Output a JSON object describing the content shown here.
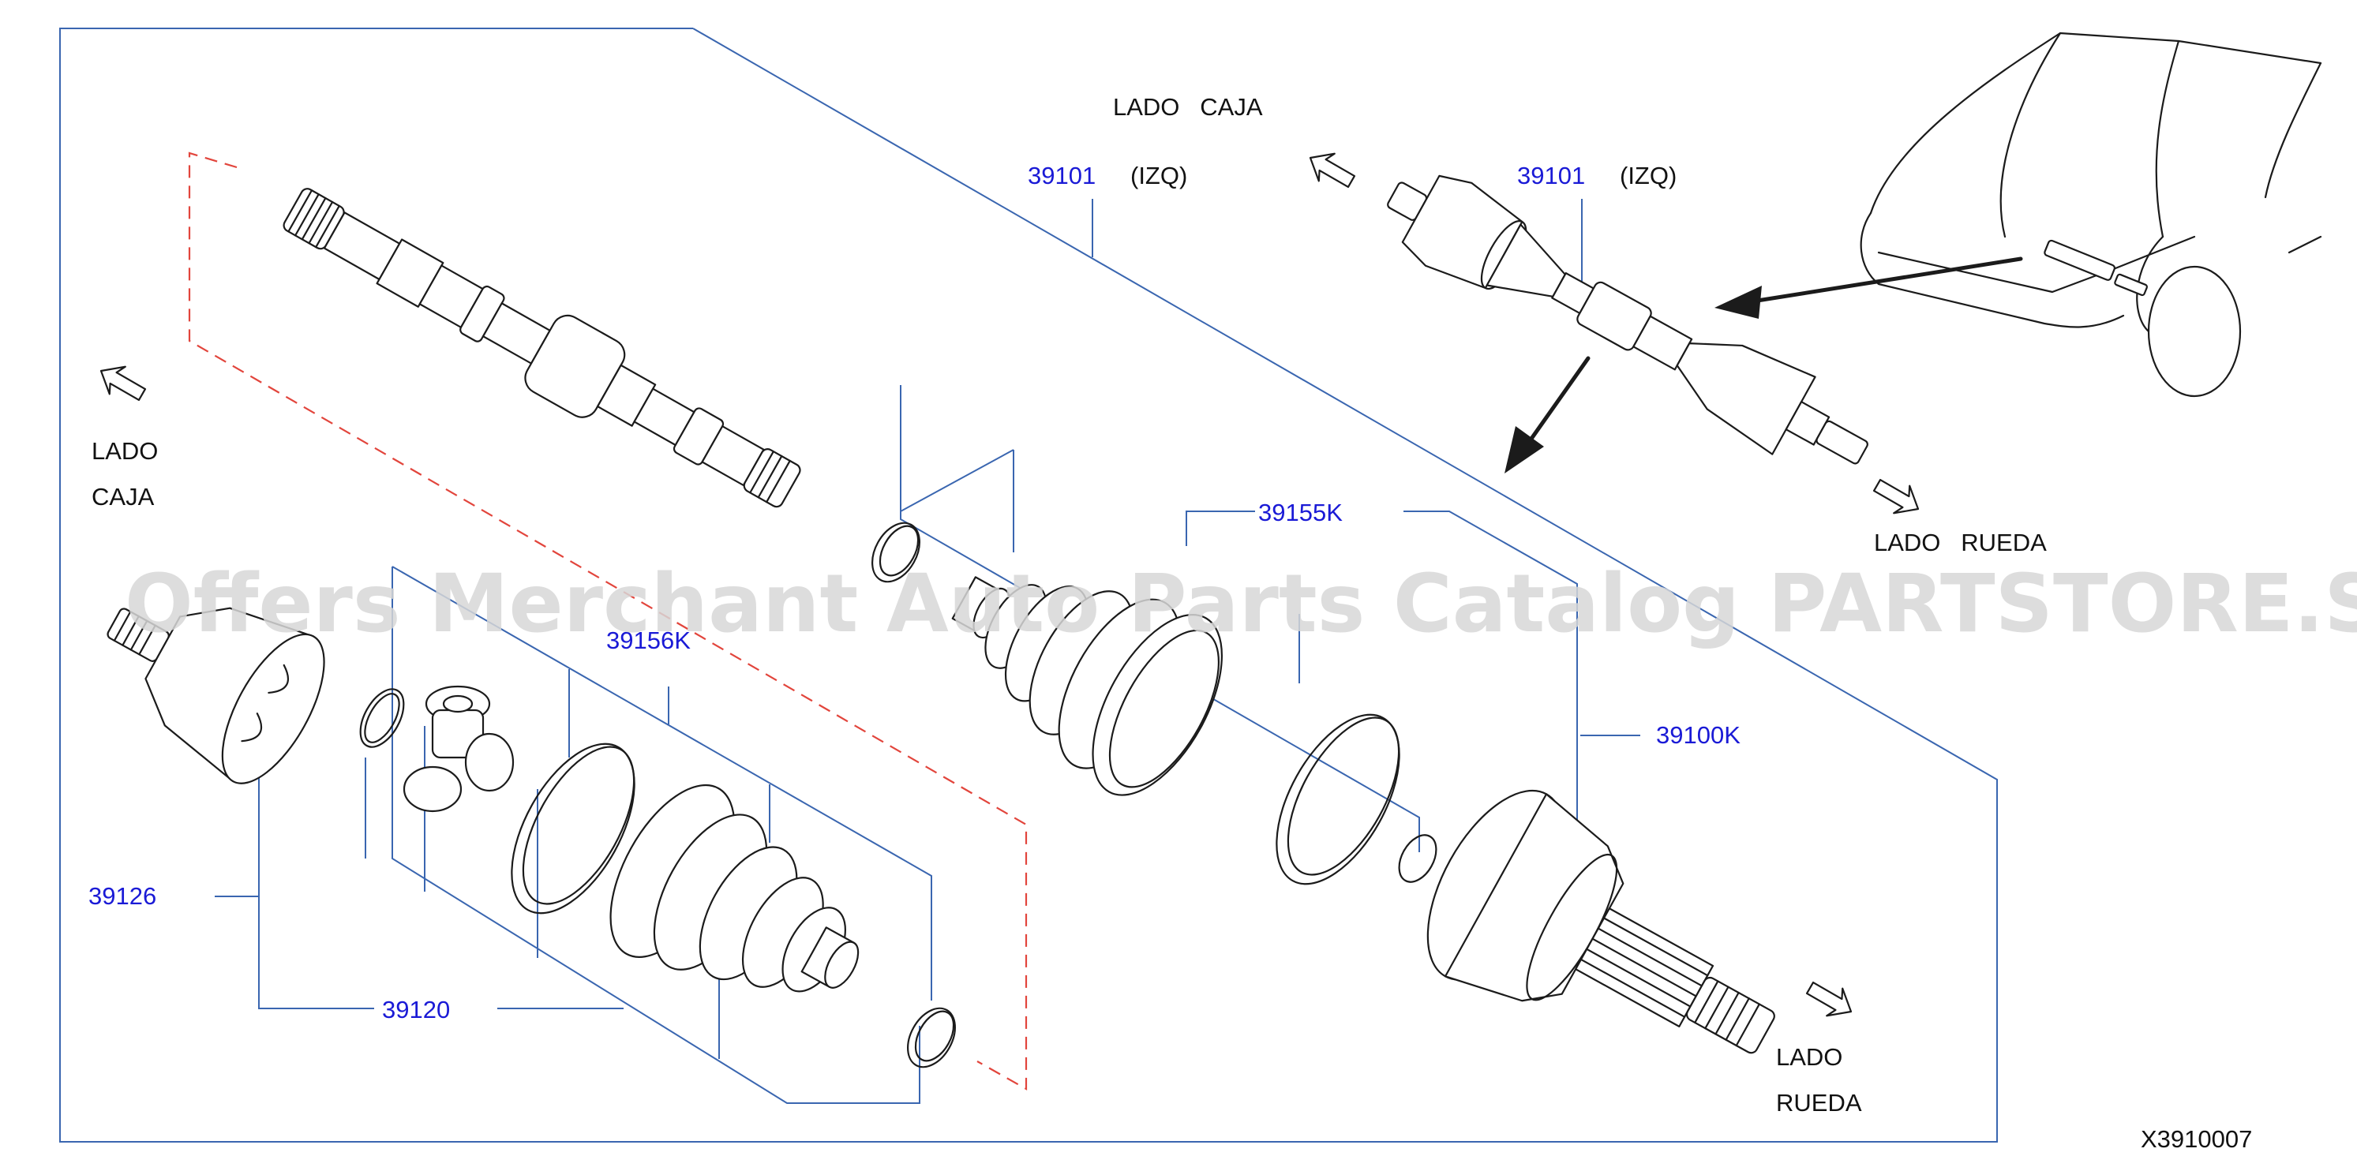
{
  "diagram": {
    "code": "X3910007",
    "watermark": "Offers Merchant Auto Parts Catalog PARTSTORE.SA",
    "part_numbers": {
      "p39101_main": "39101",
      "p39101_top": "39101",
      "p39155K": "39155K",
      "p39156K": "39156K",
      "p39100K": "39100K",
      "p39126": "39126",
      "p39120": "39120"
    },
    "annotations": {
      "izq_main": "(IZQ)",
      "izq_top": "(IZQ)"
    },
    "direction_labels": {
      "top_lado_caja": "LADO   CAJA",
      "left_lado": "LADO",
      "left_caja": "CAJA",
      "right_lado_rueda": "LADO   RUEDA",
      "bottom_lado": "LADO",
      "bottom_rueda": "RUEDA"
    },
    "colors": {
      "part_number": "#1a1ad6",
      "leader_line": "#3a66b0",
      "dashed_guide": "#e2453c",
      "drawing": "#1b1b1b"
    }
  }
}
